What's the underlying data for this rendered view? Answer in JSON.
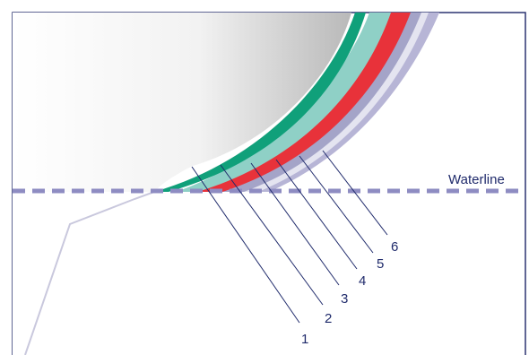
{
  "diagram": {
    "waterline_label": "Waterline",
    "layer_numbers": [
      "1",
      "2",
      "3",
      "4",
      "5",
      "6"
    ],
    "colors": {
      "frame_border": "#2b3370",
      "hull_shade_dark": "#b9b9b9",
      "hull_shade_light": "#ffffff",
      "layer_1": "#10a07a",
      "layer_2": "#8fd0c6",
      "layer_3": "#e8323a",
      "layer_4": "#a4a4c8",
      "layer_5": "#e4e4f0",
      "layer_6": "#b7b5d6",
      "waterline": "#8e8cc2",
      "leader_lines": "#1f2a6b",
      "keel_outline": "#b7b5d6"
    }
  }
}
